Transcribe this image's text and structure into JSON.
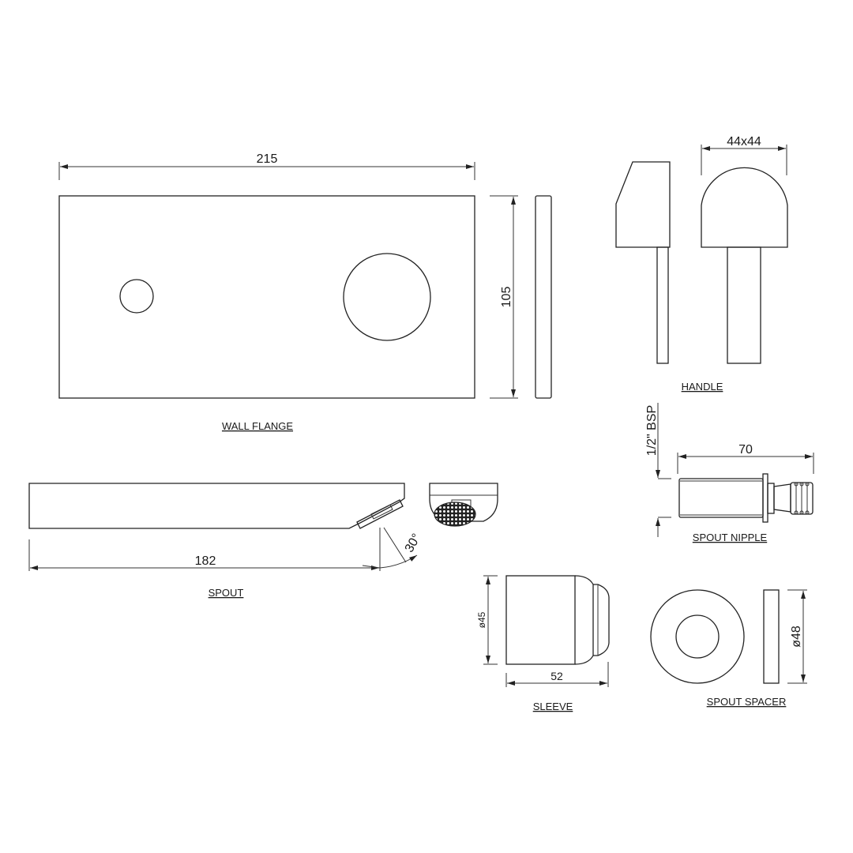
{
  "drawing": {
    "background": "#ffffff",
    "line_color": "#222222",
    "parts": {
      "wall_flange": {
        "label": "WALL FLANGE",
        "width_dim": "215",
        "height_dim": "105"
      },
      "handle": {
        "label": "HANDLE",
        "size_dim": "44x44"
      },
      "spout_nipple": {
        "label": "SPOUT NIPPLE",
        "thread_dim": "1/2\" BSP",
        "length_dim": "70"
      },
      "spout": {
        "label": "SPOUT",
        "length_dim": "182",
        "angle_dim": "30°"
      },
      "sleeve": {
        "label": "SLEEVE",
        "diameter_dim": "ø45",
        "length_dim": "52"
      },
      "spout_spacer": {
        "label": "SPOUT SPACER",
        "diameter_dim": "ø48"
      }
    }
  }
}
